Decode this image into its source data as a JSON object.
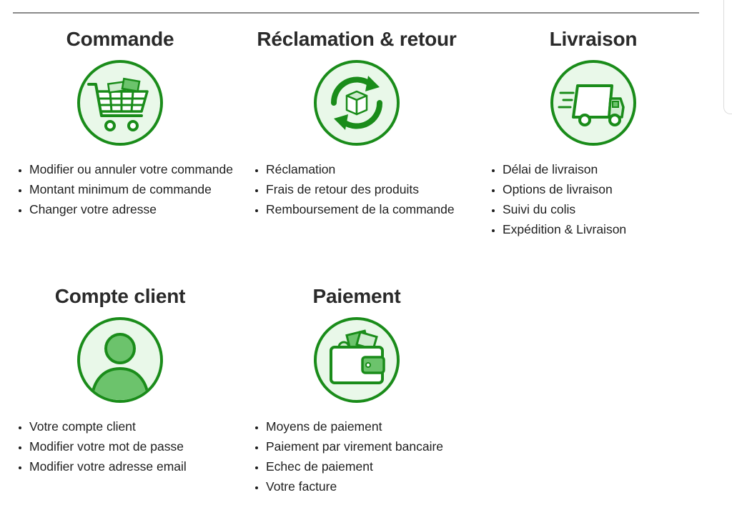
{
  "colors": {
    "primary_green": "#1a8c1a",
    "light_green": "#e9f8e9",
    "mid_green": "#6cc36c"
  },
  "categories": [
    {
      "title": "Commande",
      "icon": "shopping-cart-icon",
      "items": [
        "Modifier ou annuler votre commande",
        "Montant minimum de commande",
        "Changer votre adresse"
      ]
    },
    {
      "title": "Réclamation & retour",
      "icon": "return-box-icon",
      "items": [
        "Réclamation",
        "Frais de retour des produits",
        "Remboursement de la commande"
      ]
    },
    {
      "title": "Livraison",
      "icon": "delivery-truck-icon",
      "items": [
        "Délai de livraison",
        "Options de livraison",
        "Suivi du colis",
        "Expédition & Livraison"
      ]
    },
    {
      "title": "Compte client",
      "icon": "user-account-icon",
      "items": [
        "Votre compte client",
        "Modifier votre mot de passe",
        "Modifier votre adresse email"
      ]
    },
    {
      "title": "Paiement",
      "icon": "wallet-icon",
      "items": [
        "Moyens de paiement",
        "Paiement par virement bancaire",
        "Echec de paiement",
        "Votre facture"
      ]
    }
  ]
}
